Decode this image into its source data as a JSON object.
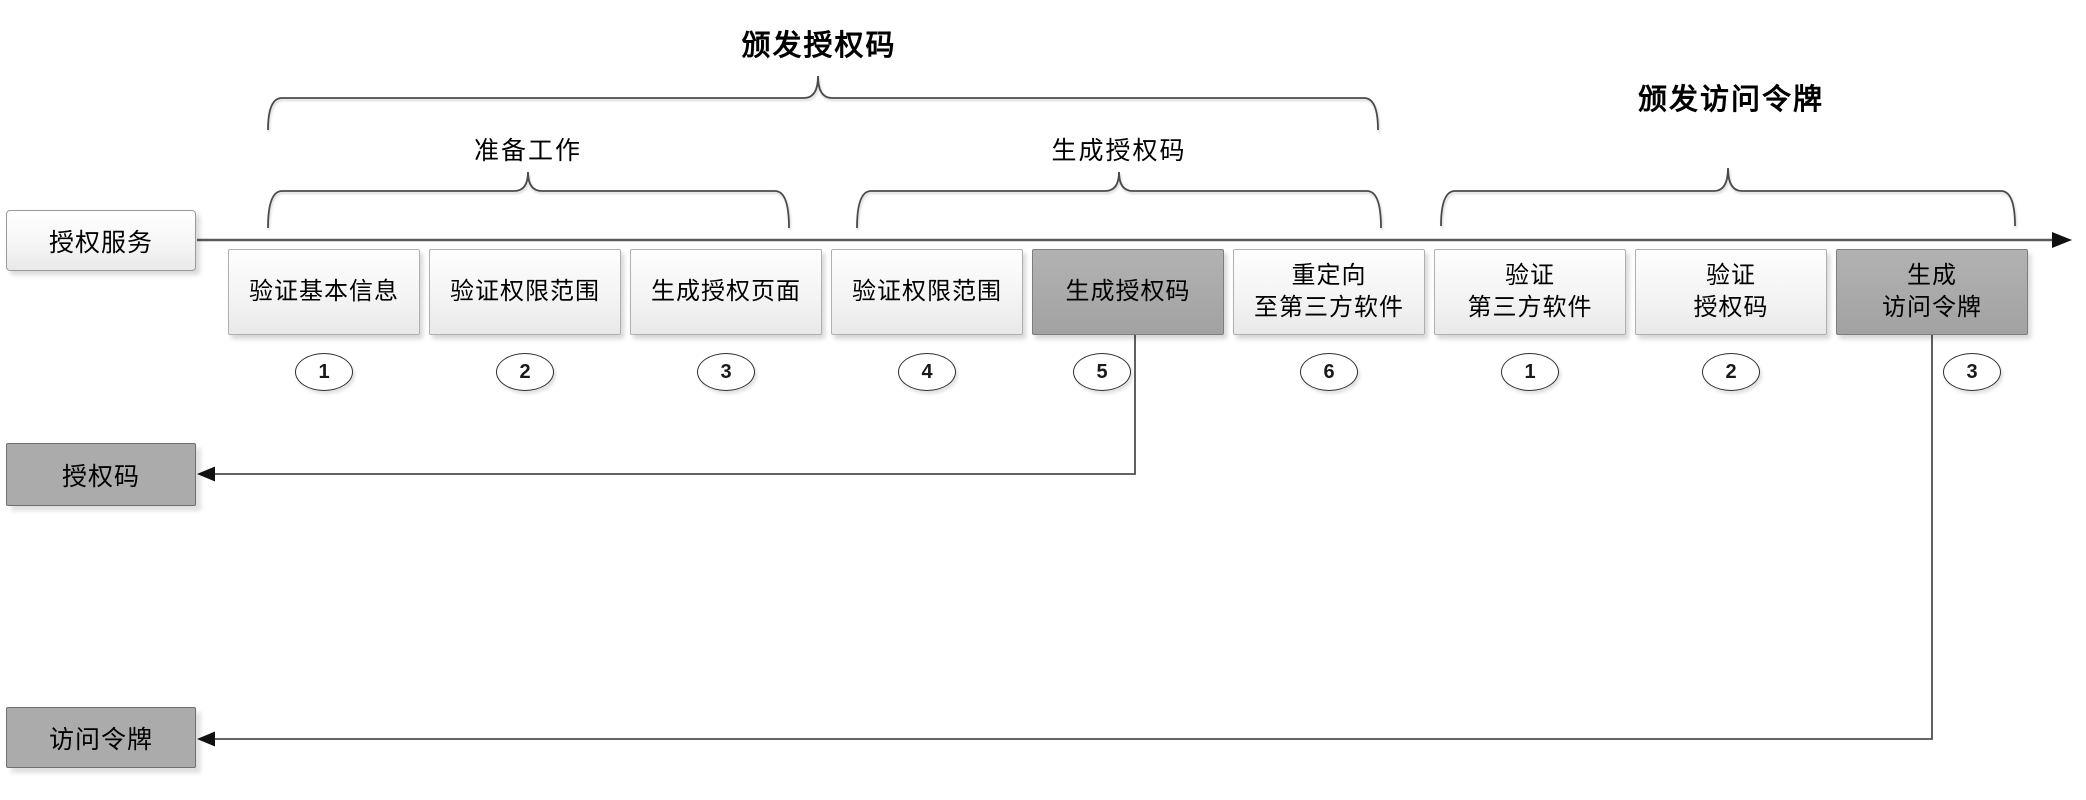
{
  "diagram": {
    "top_title": "颁发授权码",
    "token_title": "颁发访问令牌",
    "prep_label": "准备工作",
    "gen_code_label": "生成授权码",
    "lanes": {
      "auth_service": "授权服务",
      "auth_code": "授权码",
      "access_token": "访问令牌"
    },
    "steps": [
      {
        "line1": "验证基本信息",
        "line2": "",
        "badge": "1",
        "variant": "light"
      },
      {
        "line1": "验证权限范围",
        "line2": "",
        "badge": "2",
        "variant": "light"
      },
      {
        "line1": "生成授权页面",
        "line2": "",
        "badge": "3",
        "variant": "light"
      },
      {
        "line1": "验证权限范围",
        "line2": "",
        "badge": "4",
        "variant": "light"
      },
      {
        "line1": "生成授权码",
        "line2": "",
        "badge": "5",
        "variant": "dark"
      },
      {
        "line1": "重定向",
        "line2": "至第三方软件",
        "badge": "6",
        "variant": "light"
      },
      {
        "line1": "验证",
        "line2": "第三方软件",
        "badge": "1",
        "variant": "light"
      },
      {
        "line1": "验证",
        "line2": "授权码",
        "badge": "2",
        "variant": "light"
      },
      {
        "line1": "生成",
        "line2": "访问令牌",
        "badge": "3",
        "variant": "dark"
      }
    ],
    "colors": {
      "dark_box": "#a9a9a9",
      "light_box": "#efefef",
      "line": "#595959",
      "brace": "#4a4a4a",
      "arrowhead": "#111111"
    }
  }
}
